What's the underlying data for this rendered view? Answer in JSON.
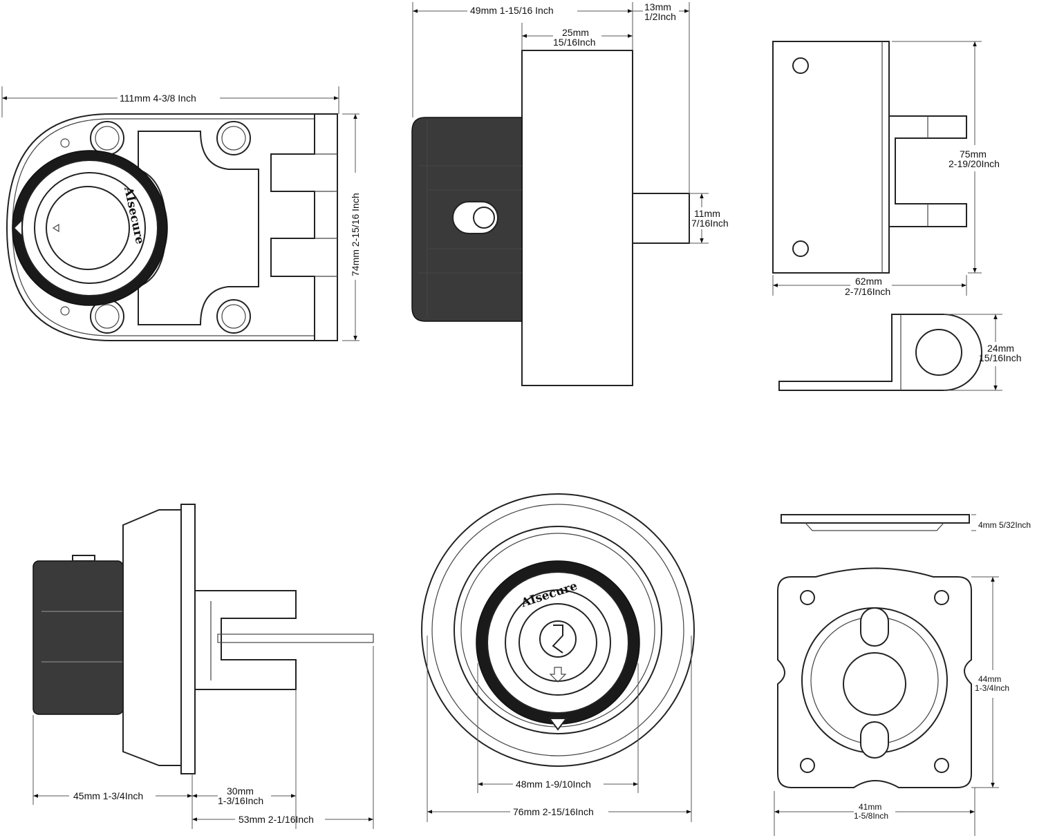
{
  "brand": "AIsecure",
  "dimensions": {
    "front_width": "111mm 4-3/8 Inch",
    "front_height": "74mm 2-15/16 Inch",
    "side_total": "49mm 1-15/16 Inch",
    "side_bolt_ext": "13mm",
    "side_bolt_ext_in": "1/2Inch",
    "side_body_mm": "25mm",
    "side_body_in": "15/16Inch",
    "side_bolt_dia_mm": "11mm",
    "side_bolt_dia_in": "7/16Inch",
    "strike_height_mm": "75mm",
    "strike_height_in": "2-19/20Inch",
    "strike_width_mm": "62mm",
    "strike_width_in": "2-7/16Inch",
    "strike_depth_mm": "24mm",
    "strike_depth_in": "15/16Inch",
    "cyl_depth": "45mm 1-3/4Inch",
    "cyl_tail_mm": "30mm",
    "cyl_tail_in": "1-3/16Inch",
    "cyl_total": "53mm 2-1/16Inch",
    "rose_inner": "48mm 1-9/10Inch",
    "rose_outer": "76mm 2-15/16Inch",
    "plate_thick": "4mm 5/32Inch",
    "plate_height_mm": "44mm",
    "plate_height_in": "1-3/4Inch",
    "plate_width_mm": "41mm",
    "plate_width_in": "1-5/8Inch"
  }
}
